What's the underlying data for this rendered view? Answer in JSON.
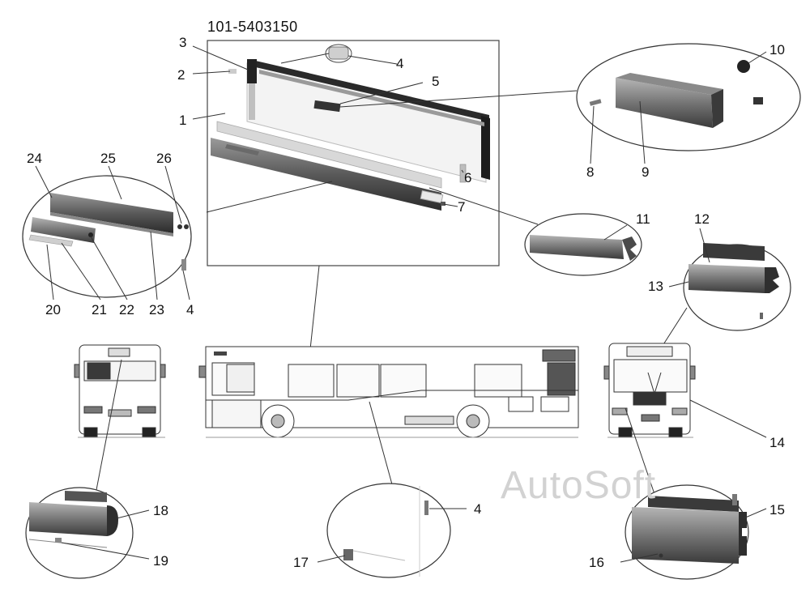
{
  "title": "101-5403150",
  "watermark": "AutoSoft",
  "callouts": {
    "c1": "1",
    "c2": "2",
    "c3": "3",
    "c4a": "4",
    "c5": "5",
    "c6": "6",
    "c7": "7",
    "c8": "8",
    "c9": "9",
    "c10": "10",
    "c11": "11",
    "c12": "12",
    "c13": "13",
    "c14": "14",
    "c15": "15",
    "c16": "16",
    "c17": "17",
    "c18": "18",
    "c19": "19",
    "c20": "20",
    "c21": "21",
    "c22": "22",
    "c23": "23",
    "c4b": "4",
    "c24": "24",
    "c25": "25",
    "c26": "26",
    "c4c": "4"
  }
}
